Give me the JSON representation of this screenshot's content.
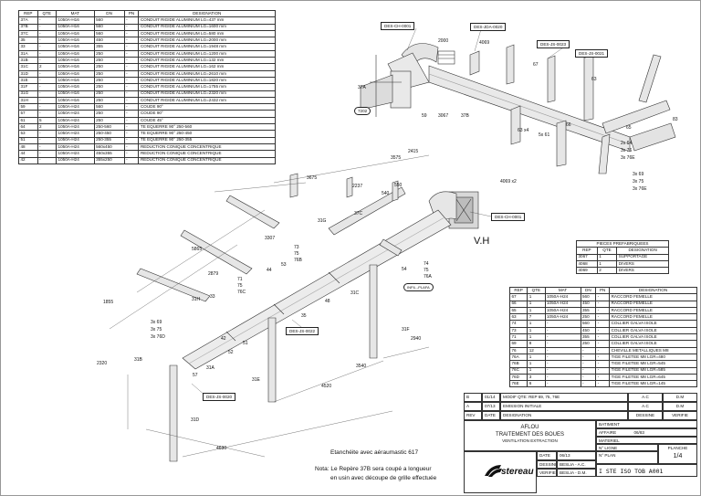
{
  "parts_table": {
    "headers": [
      "REP",
      "QTE",
      "MAT",
      "DN",
      "PN",
      "DESIGNATION"
    ],
    "rows": [
      [
        "37A",
        "-",
        "1050A-H16",
        "560",
        "-",
        "CONDUIT RIGIDE ALUMINIUM LG=437 mm"
      ],
      [
        "37B",
        "-",
        "1050A-H16",
        "560",
        "-",
        "CONDUIT RIGIDE ALUMINIUM LG=1600 mm"
      ],
      [
        "37C",
        "-",
        "1050A-H16",
        "560",
        "-",
        "CONDUIT RIGIDE ALUMINIUM LG=580 mm"
      ],
      [
        "35",
        "-",
        "1050A-H16",
        "450",
        "-",
        "CONDUIT RIGIDE ALUMINIUM LG=2000 mm"
      ],
      [
        "33",
        "-",
        "1050A-H16",
        "355",
        "-",
        "CONDUIT RIGIDE ALUMINIUM LG=1948 mm"
      ],
      [
        "31A",
        "-",
        "1050A-H16",
        "250",
        "-",
        "CONDUIT RIGIDE ALUMINIUM LG=1200 mm"
      ],
      [
        "31B",
        "-",
        "1050A-H16",
        "250",
        "-",
        "CONDUIT RIGIDE ALUMINIUM LG=132 mm"
      ],
      [
        "31C",
        "2",
        "1050A-H16",
        "250",
        "-",
        "CONDUIT RIGIDE ALUMINIUM LG=162 mm"
      ],
      [
        "31D",
        "-",
        "1050A-H16",
        "250",
        "-",
        "CONDUIT RIGIDE ALUMINIUM LG=2610 mm"
      ],
      [
        "31E",
        "-",
        "1050A-H16",
        "250",
        "-",
        "CONDUIT RIGIDE ALUMINIUM LG=1820 mm"
      ],
      [
        "31F",
        "-",
        "1050A-H16",
        "250",
        "-",
        "CONDUIT RIGIDE ALUMINIUM LG=1755 mm"
      ],
      [
        "31G",
        "-",
        "1050A-H16",
        "250",
        "-",
        "CONDUIT RIGIDE ALUMINIUM LG=2320 mm"
      ],
      [
        "31H",
        "-",
        "1050A-H16",
        "250",
        "-",
        "CONDUIT RIGIDE ALUMINIUM LG=2432 mm"
      ],
      [
        "59",
        "-",
        "1050A-H24",
        "560",
        "-",
        "COUDE 90°"
      ],
      [
        "57",
        "-",
        "1050A-H24",
        "250",
        "-",
        "COUDE 90°"
      ],
      [
        "61",
        "5",
        "1050A-H24",
        "250",
        "-",
        "COUDE 45°"
      ],
      [
        "64",
        "2",
        "1050A-H24",
        "250-560",
        "-",
        "TE EQUERRE 90° 250-560"
      ],
      [
        "53",
        "-",
        "1050A-H24",
        "250-450",
        "-",
        "TE EQUERRE 90° 250-450"
      ],
      [
        "51",
        "-",
        "1050A-H24",
        "250-355",
        "-",
        "TE EQUERRE 90° 250-355"
      ],
      [
        "48",
        "-",
        "1050A-H24",
        "560x450",
        "-",
        "REDUCTION CONIQUE CONCENTRIQUE"
      ],
      [
        "44",
        "-",
        "1050A-H24",
        "450x355",
        "-",
        "REDUCTION CONIQUE CONCENTRIQUE"
      ],
      [
        "42",
        "-",
        "1050A-H24",
        "355x250",
        "-",
        "REDUCTION CONIQUE CONCENTRIQUE"
      ]
    ]
  },
  "prefab_table": {
    "title": "PIECES PREFABRIQUEES",
    "headers": [
      "REP",
      "QTE",
      "DESIGNATION"
    ],
    "rows": [
      [
        "3067",
        "1",
        "SUPPORTAGE"
      ],
      [
        "4068",
        "1",
        "DIVERS"
      ],
      [
        "4069",
        "2",
        "DIVERS"
      ]
    ]
  },
  "fittings_table": {
    "headers": [
      "REP",
      "QTE",
      "MAT",
      "DN",
      "PN",
      "DESIGNATION"
    ],
    "rows": [
      [
        "67",
        "1",
        "1050A-H24",
        "560",
        "-",
        "RACCORD FEMELLE"
      ],
      [
        "66",
        "1",
        "1050A-H24",
        "450",
        "-",
        "RACCORD FEMELLE"
      ],
      [
        "65",
        "1",
        "1050A-H24",
        "355",
        "-",
        "RACCORD FEMELLE"
      ],
      [
        "63",
        "7",
        "1050A-H24",
        "250",
        "-",
        "RACCORD FEMELLE"
      ],
      [
        "74",
        "1",
        "-",
        "560",
        "-",
        "COLLIER GALVA ISOLE"
      ],
      [
        "73",
        "1",
        "-",
        "450",
        "-",
        "COLLIER GALVA ISOLE"
      ],
      [
        "71",
        "1",
        "-",
        "355",
        "-",
        "COLLIER GALVA ISOLE"
      ],
      [
        "69",
        "8",
        "-",
        "250",
        "-",
        "COLLIER GALVA ISOLE"
      ],
      [
        "76",
        "12",
        "-",
        "-",
        "-",
        "CHEVILLE METALLIQUES M8"
      ],
      [
        "76A",
        "1",
        "-",
        "-",
        "-",
        "TIGE FILETEE M8 LGR=480"
      ],
      [
        "76B",
        "1",
        "-",
        "-",
        "-",
        "TIGE FILETEE M8 LGR=545"
      ],
      [
        "76C",
        "1",
        "-",
        "-",
        "-",
        "TIGE FILETEE M8 LGR=585"
      ],
      [
        "76D",
        "3",
        "-",
        "-",
        "-",
        "TIGE FILETEE M8 LGR=645"
      ],
      [
        "76E",
        "6",
        "-",
        "-",
        "-",
        "TIGE FILETEE M8 LGR=145"
      ]
    ]
  },
  "revision": {
    "rows": [
      [
        "B",
        "01/14",
        "MODIF QTE: REP 69, 75, 76E",
        "A.C",
        "D.M"
      ],
      [
        "A",
        "07/13",
        "EMISSION INITIALE",
        "A.C",
        "D.M"
      ]
    ],
    "headers": [
      "REV",
      "DATE",
      "DESIGNATION",
      "DESSINE",
      "VERIFIE"
    ]
  },
  "title_block": {
    "client": "AFLOU",
    "title_line1": "TRAITEMENT DES BOUES",
    "title_line2": "VENTILATION EXTRACTION",
    "batiment_label": "BATIMENT",
    "affaire_label": "AFFAIRE",
    "affaire_value": "06/83",
    "materiel_label": "MATERIEL",
    "ligne_label": "N° LIGNE",
    "planche_label": "PLANCHE",
    "planche_value": "1/4",
    "date_label": "DATE",
    "date_value": "06/13",
    "dessine_label": "DESSINE",
    "dessine_value": "BESLIA - A.C.",
    "verifie_label": "VERIFIE",
    "verifie_value": "BESLIA - D.M.",
    "plan_label": "N° PLAN",
    "plan_value": "I STE ISO TOB A001",
    "logo": "stereau"
  },
  "notes": {
    "seal": "Etanchéite avec aéraumastic 617",
    "nota1": "Nota: Le Repère 37B sera coupé a longueur",
    "nota2": "en usin avec découpe de grille effectuée"
  },
  "callouts": {
    "des_ch": "DES-CH-0001",
    "des_jda": "DES-JDA-0020",
    "des_js23": "DES-JS-0023",
    "des_js21": "DES-JS-0021",
    "des_ch_mid": "DES-CH-0001",
    "des_js22": "DES-JS-0022",
    "des_js20": "DES-JS-0020",
    "tag_7202": "7202",
    "vh": "V.H",
    "pipe_spec": "INFIL.-PLAFA"
  },
  "labels": {
    "l59": "59",
    "l3067": "3067",
    "l37b": "37B",
    "l37a": "37A",
    "l4069": "4069",
    "l67": "67",
    "l63": "63",
    "l65": "65",
    "l83": "83",
    "l66": "66",
    "l63x4": "63 x4",
    "l5x61": "5x 61",
    "l2x64": "2x 64",
    "l3x76": "3x 76",
    "l3x76e": "3x 76E",
    "l3x69": "3x 69",
    "l3x75": "3x 75",
    "l3x76e2": "3x 76E",
    "l4069x2": "4069 x2",
    "l31g": "31G",
    "l37c": "37C",
    "l73": "73",
    "l75": "75",
    "l76b": "76B",
    "l74": "74",
    "l75b": "75",
    "l76a": "76A",
    "l54": "54",
    "l44": "44",
    "l53": "53",
    "l71": "71",
    "l75c": "75",
    "l76c": "76C",
    "l31h": "31H",
    "l33": "33",
    "l35": "35",
    "l48": "48",
    "l31c": "31C",
    "l31f": "31F",
    "l3x69b": "3x 69",
    "l3x75b": "3x 75",
    "l3x76d": "3x 76D",
    "l42": "42",
    "l52": "52",
    "l51": "51",
    "l31b": "31B",
    "l57": "57",
    "l31a": "31A",
    "l31e": "31E",
    "l31d": "31D",
    "d2415": "2415",
    "d3675": "3675",
    "d2237": "2237",
    "d3307": "3307",
    "d5865": "5865",
    "d2879": "2879",
    "d1855": "1855",
    "d4520": "4520",
    "d3540": "3540",
    "d4630": "4630",
    "d2940": "2940",
    "d2320": "2320",
    "d540": "540",
    "d550": "550",
    "d3575": "3575",
    "d2000": "2000"
  }
}
